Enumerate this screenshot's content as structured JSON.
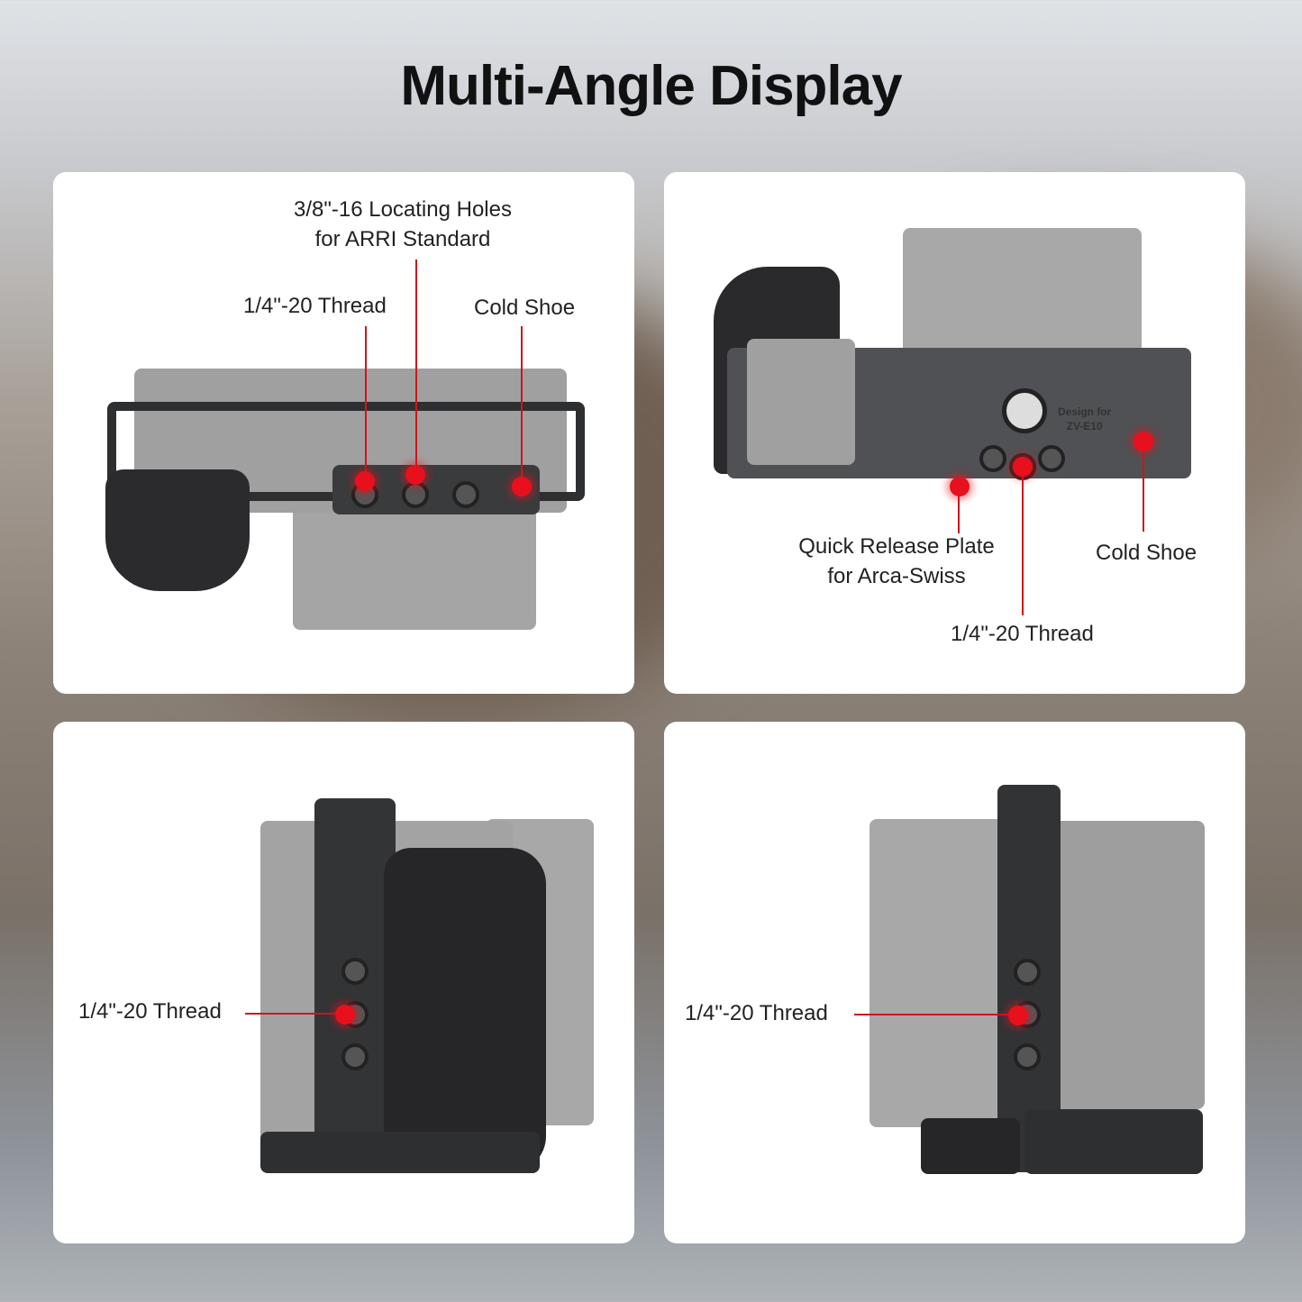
{
  "title": "Multi-Angle Display",
  "panels": {
    "top_view": {
      "locating_holes_line1": "3/8\"-16 Locating Holes",
      "locating_holes_line2": "for ARRI Standard",
      "thread": "1/4\"-20 Thread",
      "cold_shoe": "Cold Shoe"
    },
    "bottom_view": {
      "qr_line1": "Quick Release Plate",
      "qr_line2": "for Arca-Swiss",
      "cold_shoe": "Cold Shoe",
      "thread": "1/4\"-20 Thread",
      "engraving_line1": "Design for",
      "engraving_line2": "ZV-E10"
    },
    "left_side": {
      "thread": "1/4\"-20 Thread"
    },
    "right_side": {
      "thread": "1/4\"-20 Thread"
    }
  },
  "colors": {
    "accent": "#e8101c",
    "panel": "#ffffff"
  }
}
